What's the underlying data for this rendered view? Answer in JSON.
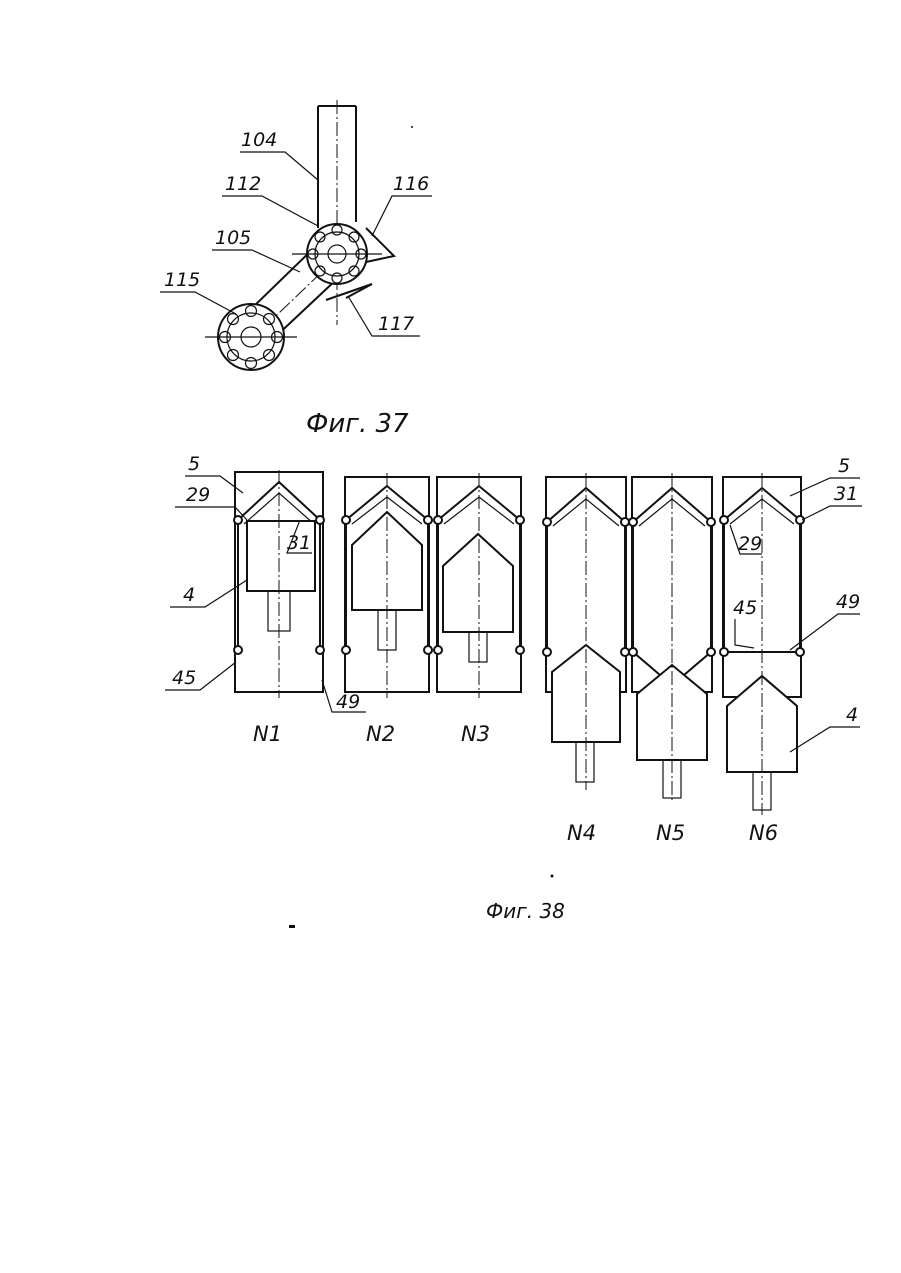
{
  "fig37": {
    "caption": "Фиг. 37",
    "labels": {
      "l104": "104",
      "l112": "112",
      "l105": "105",
      "l115": "115",
      "l116": "116",
      "l117": "117"
    }
  },
  "fig38": {
    "caption": "Фиг. 38",
    "labels": {
      "l5a": "5",
      "l29a": "29",
      "l31a": "31",
      "l4a": "4",
      "l45a": "45",
      "l49a": "49",
      "l5b": "5",
      "l31b": "31",
      "l29b": "29",
      "l45b": "45",
      "l49b": "49",
      "l4b": "4"
    },
    "stages": [
      "N1",
      "N2",
      "N3",
      "N4",
      "N5",
      "N6"
    ]
  }
}
